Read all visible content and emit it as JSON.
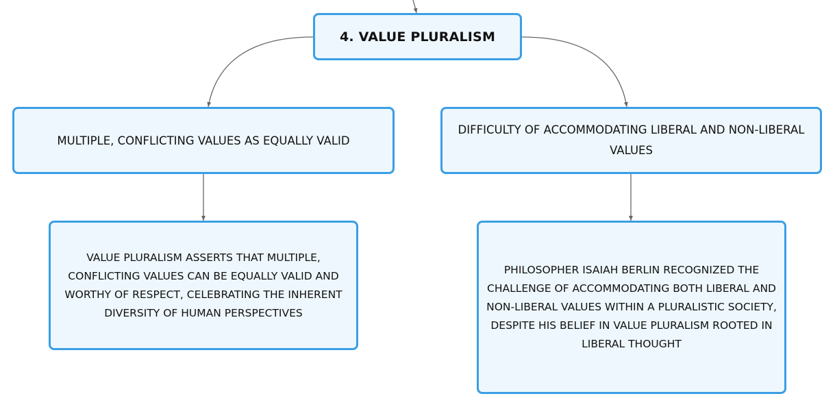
{
  "diagram": {
    "root": {
      "label": "4. VALUE PLURALISM"
    },
    "branches": [
      {
        "label": "MULTIPLE, CONFLICTING VALUES AS EQUALLY VALID",
        "detail": "VALUE PLURALISM ASSERTS THAT MULTIPLE, CONFLICTING VALUES CAN BE EQUALLY VALID AND WORTHY OF RESPECT, CELEBRATING THE INHERENT DIVERSITY OF HUMAN PERSPECTIVES"
      },
      {
        "label": "DIFFICULTY OF ACCOMMODATING LIBERAL AND NON-LIBERAL VALUES",
        "detail": "PHILOSOPHER ISAIAH BERLIN RECOGNIZED THE CHALLENGE OF ACCOMMODATING BOTH LIBERAL AND NON-LIBERAL VALUES WITHIN A PLURALISTIC SOCIETY, DESPITE HIS BELIEF IN VALUE PLURALISM ROOTED IN LIBERAL THOUGHT"
      }
    ],
    "colors": {
      "node_border": "#3a9ee4",
      "node_fill": "#eef7fd",
      "connector": "#666666",
      "text": "#111111"
    }
  }
}
